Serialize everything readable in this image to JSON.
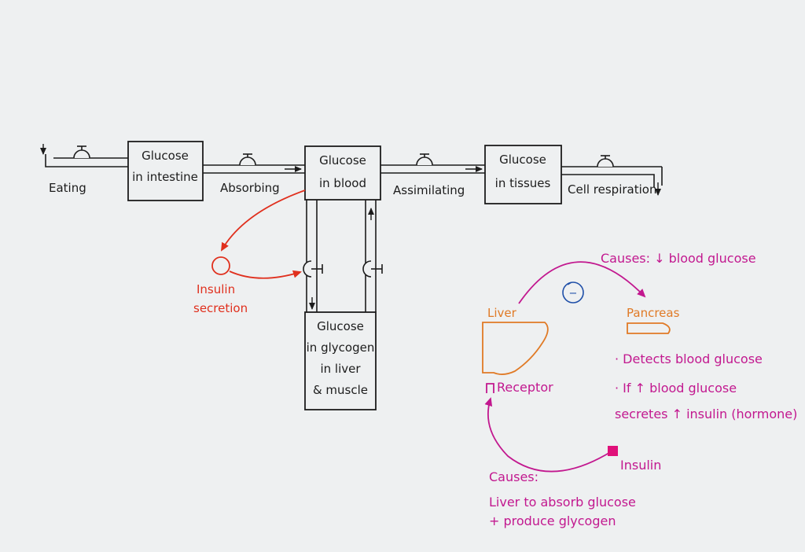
{
  "stocks": {
    "intestine": [
      "Glucose",
      "in intestine"
    ],
    "blood": [
      "Glucose",
      "in blood"
    ],
    "tissues": [
      "Glucose",
      "in tissues"
    ],
    "glycogen": [
      "Glucose",
      "in glycogen",
      "in liver",
      "& muscle"
    ]
  },
  "flows": {
    "eating": "Eating",
    "absorbing": "Absorbing",
    "assimilating": "Assimilating",
    "cell_respiration": "Cell respiration"
  },
  "insulin_secretion": [
    "Insulin",
    "secretion"
  ],
  "loop": {
    "polarity": "−",
    "liver": "Liver",
    "pancreas": "Pancreas",
    "receptor": "Receptor",
    "insulin": "Insulin",
    "top_cause": "Causes: ↓ blood glucose",
    "pancreas_notes": [
      "· Detects blood glucose",
      "· If ↑ blood glucose",
      "secretes ↑ insulin (hormone)"
    ],
    "bottom_cause": [
      "Causes:",
      "Liver to absorb glucose",
      "+ produce glycogen"
    ]
  },
  "colors": {
    "ink": "#1c1c1c",
    "insulin_red": "#e0301e",
    "loop_magenta": "#c2188f",
    "liver_orange": "#e07a26",
    "polarity_blue": "#1f4fa8",
    "insulin_square": "#e0117a"
  }
}
